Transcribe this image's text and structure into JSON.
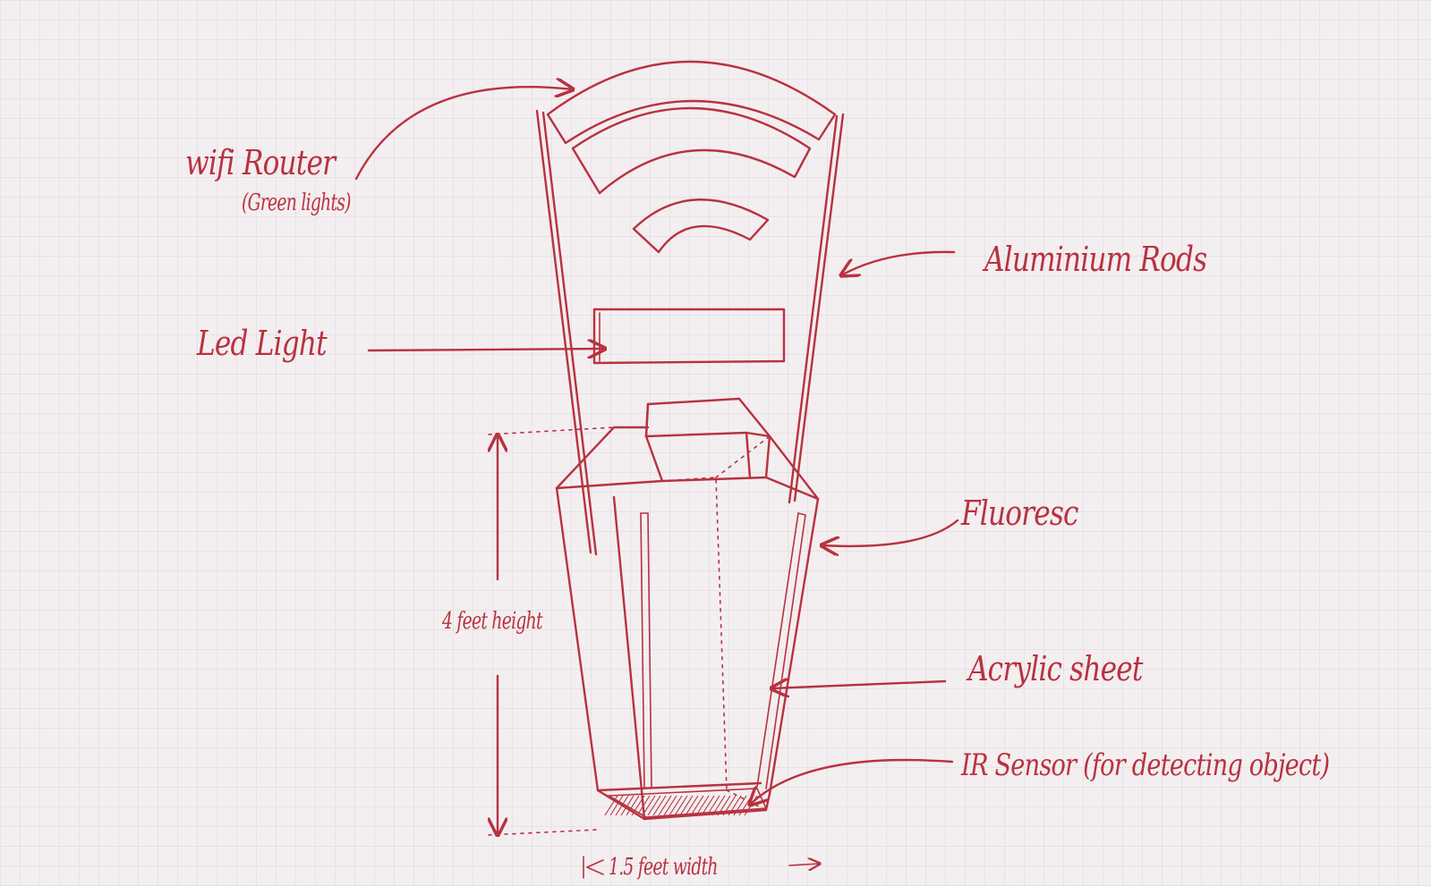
{
  "labels": {
    "wifi_router": "wifi Router",
    "green_lights": "(Green lights)",
    "led_light": "Led Light",
    "aluminium_rods": "Aluminium Rods",
    "fluoresc": "Fluoresc",
    "height": "4 feet height",
    "acrylic_sheet": "Acrylic sheet",
    "ir_sensor": "IR Sensor (for detecting object)",
    "width": "1.5 feet width"
  },
  "colors": {
    "ink": "#b8323f",
    "paper": "#f3eef0"
  }
}
